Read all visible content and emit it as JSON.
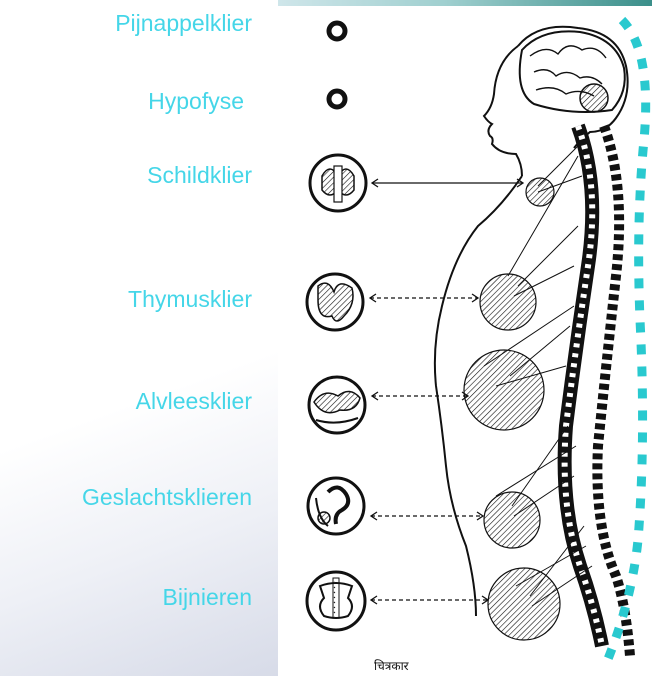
{
  "labels": [
    "Pijnappelklier",
    "Hypofyse",
    "Schildklier",
    "Thymusklier",
    "Alvleesklier",
    "Geslachtsklieren",
    "Bijnieren"
  ],
  "signature": "चित्रकार",
  "colors": {
    "label": "#45d6e8",
    "dotted_line": "#29c9cf",
    "ink": "#111111"
  },
  "icons": [
    "ring-icon",
    "ring-icon",
    "thyroid-icon",
    "thymus-icon",
    "pancreas-icon",
    "gonads-icon",
    "adrenal-icon"
  ]
}
